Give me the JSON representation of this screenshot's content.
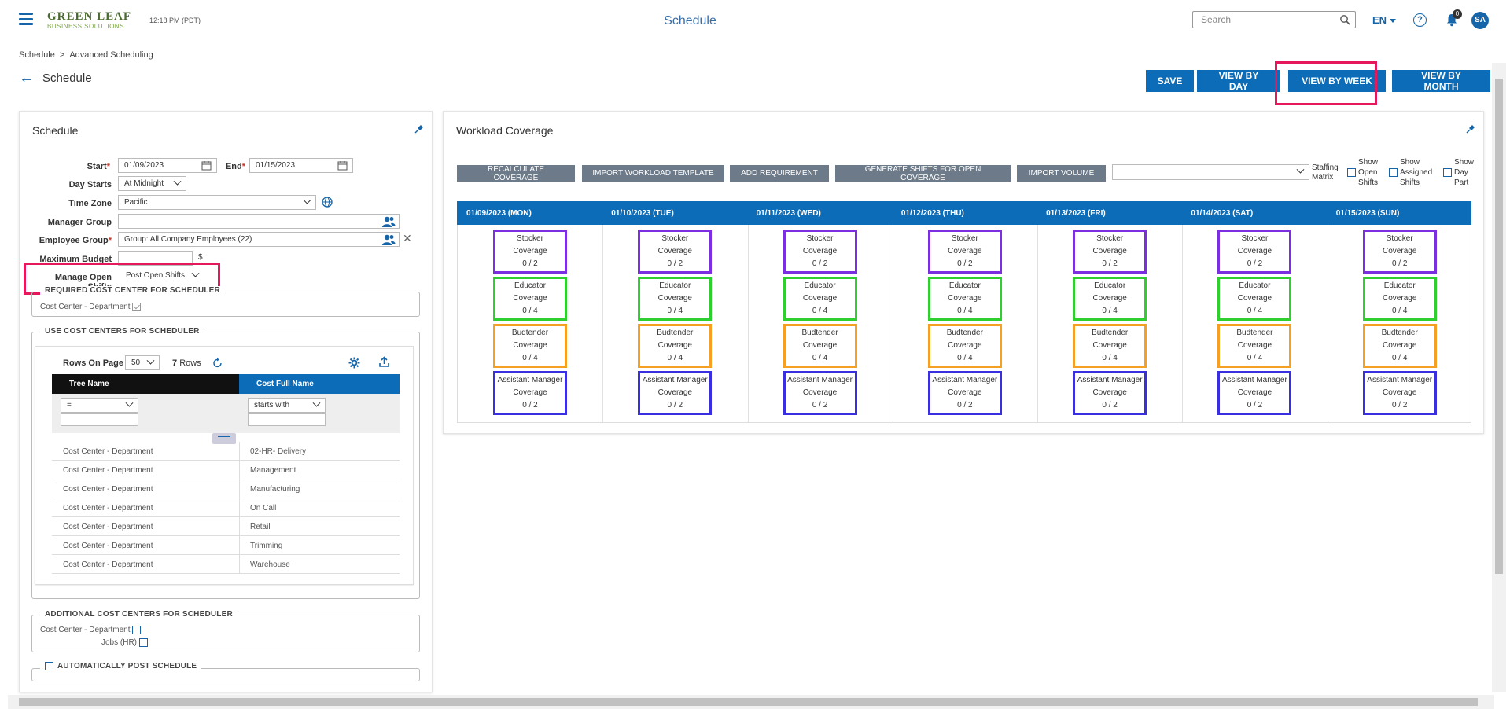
{
  "header": {
    "logo_main": "GREEN LEAF",
    "logo_sub": "BUSINESS SOLUTIONS",
    "time": "12:18 PM (PDT)",
    "title": "Schedule",
    "search_placeholder": "Search",
    "language": "EN",
    "notifications": "0",
    "avatar": "SA"
  },
  "breadcrumb": {
    "root": "Schedule",
    "sep": ">",
    "current": "Advanced Scheduling"
  },
  "page_title": "Schedule",
  "actions": {
    "save": "SAVE",
    "day": "VIEW BY DAY",
    "week": "VIEW BY WEEK",
    "month": "VIEW BY MONTH"
  },
  "schedule_panel": {
    "title": "Schedule",
    "start_label": "Start",
    "start_value": "01/09/2023",
    "end_label": "End",
    "end_value": "01/15/2023",
    "day_starts_label": "Day Starts",
    "day_starts_value": "At Midnight",
    "time_zone_label": "Time Zone",
    "time_zone_value": "Pacific",
    "manager_group_label": "Manager Group",
    "employee_group_label": "Employee Group",
    "employee_group_value": "Group: All Company Employees (22)",
    "max_budget_label": "Maximum Budget",
    "max_budget_unit": "$",
    "open_shifts_label": "Manage Open Shifts",
    "open_shifts_value": "Post Open Shifts",
    "required_legend": "REQUIRED COST CENTER FOR SCHEDULER",
    "required_item": "Cost Center - Department",
    "use_legend": "USE COST CENTERS FOR SCHEDULER",
    "rows_on_page_label": "Rows On Page",
    "rows_on_page_value": "50",
    "rows_count": "7",
    "rows_word": "Rows",
    "col_tree": "Tree Name",
    "col_cost": "Cost Full Name",
    "filter_tree": "=",
    "filter_cost": "starts with",
    "rows": [
      {
        "tree": "Cost Center - Department",
        "cost": "02-HR- Delivery"
      },
      {
        "tree": "Cost Center - Department",
        "cost": "Management"
      },
      {
        "tree": "Cost Center - Department",
        "cost": "Manufacturing"
      },
      {
        "tree": "Cost Center - Department",
        "cost": "On Call"
      },
      {
        "tree": "Cost Center - Department",
        "cost": "Retail"
      },
      {
        "tree": "Cost Center - Department",
        "cost": "Trimming"
      },
      {
        "tree": "Cost Center - Department",
        "cost": "Warehouse"
      }
    ],
    "additional_legend": "ADDITIONAL COST CENTERS FOR SCHEDULER",
    "additional_items": [
      "Cost Center - Department",
      "Jobs (HR)"
    ],
    "auto_post_label": "AUTOMATICALLY POST SCHEDULE"
  },
  "workload_panel": {
    "title": "Workload Coverage",
    "buttons": [
      "RECALCULATE COVERAGE",
      "IMPORT WORKLOAD TEMPLATE",
      "ADD REQUIREMENT",
      "GENERATE SHIFTS FOR OPEN COVERAGE",
      "IMPORT VOLUME"
    ],
    "staffing_matrix": "Staffing Matrix",
    "show_open_shifts": "Show Open Shifts",
    "show_assigned_shifts": "Show Assigned Shifts",
    "show_day_part": "Show Day Part",
    "days": [
      "01/09/2023 (MON)",
      "01/10/2023 (TUE)",
      "01/11/2023 (WED)",
      "01/12/2023 (THU)",
      "01/13/2023 (FRI)",
      "01/14/2023 (SAT)",
      "01/15/2023 (SUN)"
    ],
    "coverage": [
      {
        "role": "Stocker",
        "label": "Coverage",
        "value": "0 / 2",
        "color": "#7b2fe0"
      },
      {
        "role": "Educator",
        "label": "Coverage",
        "value": "0 / 4",
        "color": "#2fcf2f"
      },
      {
        "role": "Budtender",
        "label": "Coverage",
        "value": "0 / 4",
        "color": "#f5a023"
      },
      {
        "role": "Assistant Manager",
        "label": "Coverage",
        "value": "0 / 2",
        "color": "#3a2fe0"
      }
    ]
  },
  "colors": {
    "primary": "#0d6cb8",
    "highlight": "#e4185b",
    "button_gray": "#6c7a89"
  }
}
